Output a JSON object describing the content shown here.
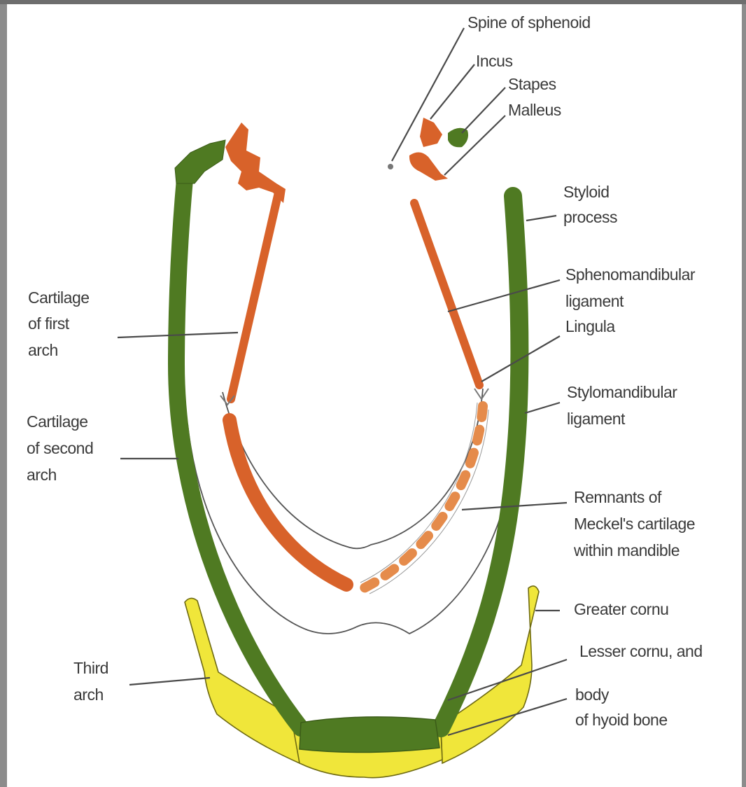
{
  "colors": {
    "first_arch_cartilage": "#d8622a",
    "second_arch_cartilage": "#4f7a22",
    "third_arch_hyoid": "#f0e63a",
    "outline": "#555555",
    "label_text": "#3a3a3a",
    "background": "#ffffff"
  },
  "labels": {
    "spine_of_sphenoid": "Spine of sphenoid",
    "incus": "Incus",
    "stapes": "Stapes",
    "malleus": "Malleus",
    "styloid_1": "Styloid",
    "styloid_2": "process",
    "sphenomandibular_1": "Sphenomandibular",
    "sphenomandibular_2": "ligament",
    "lingula": "Lingula",
    "stylomandibular_1": "Stylomandibular",
    "stylomandibular_2": "ligament",
    "remnants_1": "Remnants of",
    "remnants_2": "Meckel's cartilage",
    "remnants_3": "within mandible",
    "greater_cornu": "Greater cornu",
    "lesser_cornu": "Lesser cornu, and",
    "body_1": "body",
    "body_2": "of hyoid bone",
    "first_arch_1": "Cartilage",
    "first_arch_2": "of first",
    "first_arch_3": "arch",
    "second_arch_1": "Cartilage",
    "second_arch_2": "of second",
    "second_arch_3": "arch",
    "third_arch_1": "Third",
    "third_arch_2": "arch"
  }
}
